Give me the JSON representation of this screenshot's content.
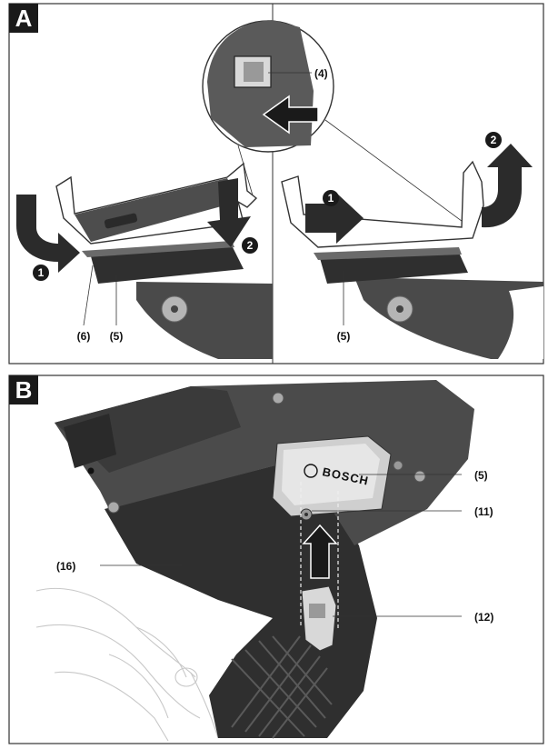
{
  "panel_a": {
    "letter": "A",
    "callouts": {
      "lock_slot": "(4)",
      "left_release": "(6)",
      "left_holder": "(5)",
      "right_holder": "(5)"
    },
    "steps": {
      "one": "1",
      "two": "2"
    }
  },
  "panel_b": {
    "letter": "B",
    "brand": "BOSCH",
    "callouts": {
      "holder": "(5)",
      "screw": "(11)",
      "lock_insert": "(12)",
      "mounting_plate": "(16)"
    }
  },
  "colors": {
    "frame": "#333333",
    "label_bg": "#1a1a1a",
    "device_dark": "#3a3a3a",
    "device_mid": "#5a5a5a",
    "arrow_dark": "#2b2b2b",
    "arrow_grey": "#8a8a8a"
  }
}
